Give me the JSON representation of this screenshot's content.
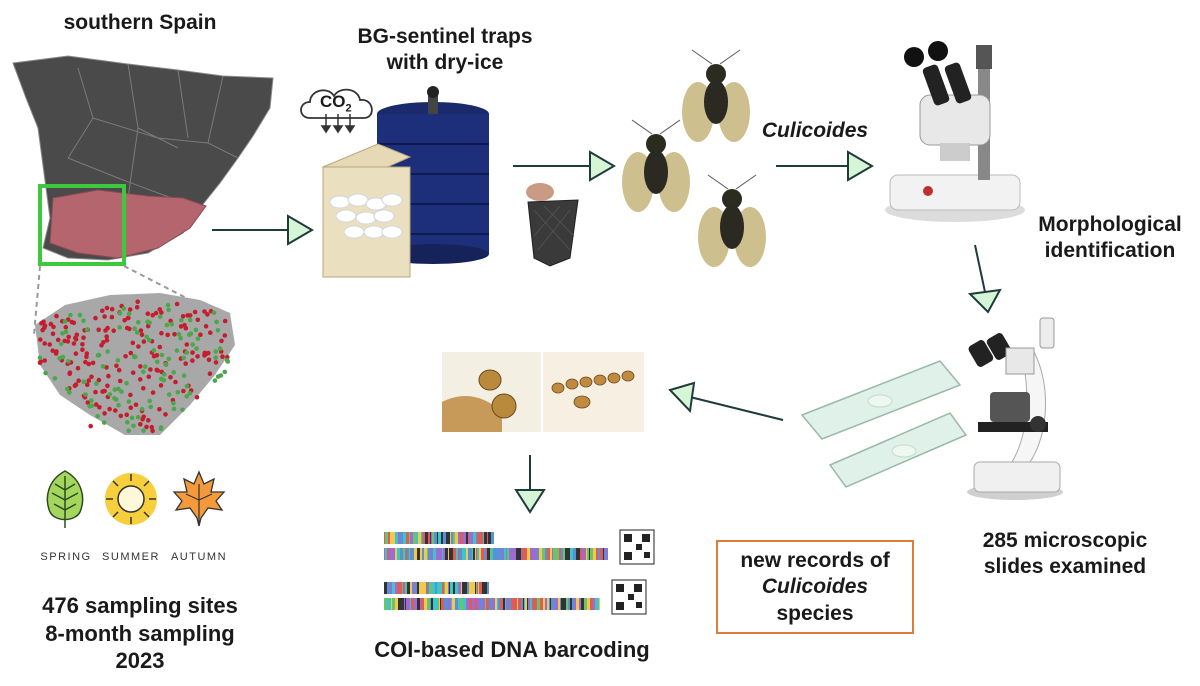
{
  "region": {
    "title": "southern Spain"
  },
  "traps": {
    "title_line1": "BG-sentinel traps",
    "title_line2": "with dry-ice",
    "co2_label": "CO",
    "co2_sub": "2"
  },
  "insect": {
    "label": "Culicoides"
  },
  "morpho": {
    "line1": "Morphological",
    "line2": "identification"
  },
  "slides": {
    "line1": "285 microscopic",
    "line2": "slides examined"
  },
  "records": {
    "line1": "new records of",
    "line2": "Culicoides",
    "line3": "species"
  },
  "barcoding": {
    "label": "COI-based DNA barcoding"
  },
  "seasons": {
    "spring": "SPRING",
    "summer": "SUMMER",
    "autumn": "AUTUMN"
  },
  "sampling": {
    "line1": "476 sampling sites",
    "line2": "8-month sampling",
    "line3": "2023"
  },
  "colors": {
    "arrow_stroke": "#1f3b3b",
    "arrow_fill": "#d6f5d6",
    "highlight_region": "#b5656e",
    "highlight_box": "#3ec83e",
    "records_border": "#e07b39",
    "map_grey": "#4a4a4a"
  },
  "icons": [
    "leaf-icon",
    "sun-icon",
    "maple-leaf-icon",
    "co2-cloud-icon",
    "qr-code-icon"
  ]
}
